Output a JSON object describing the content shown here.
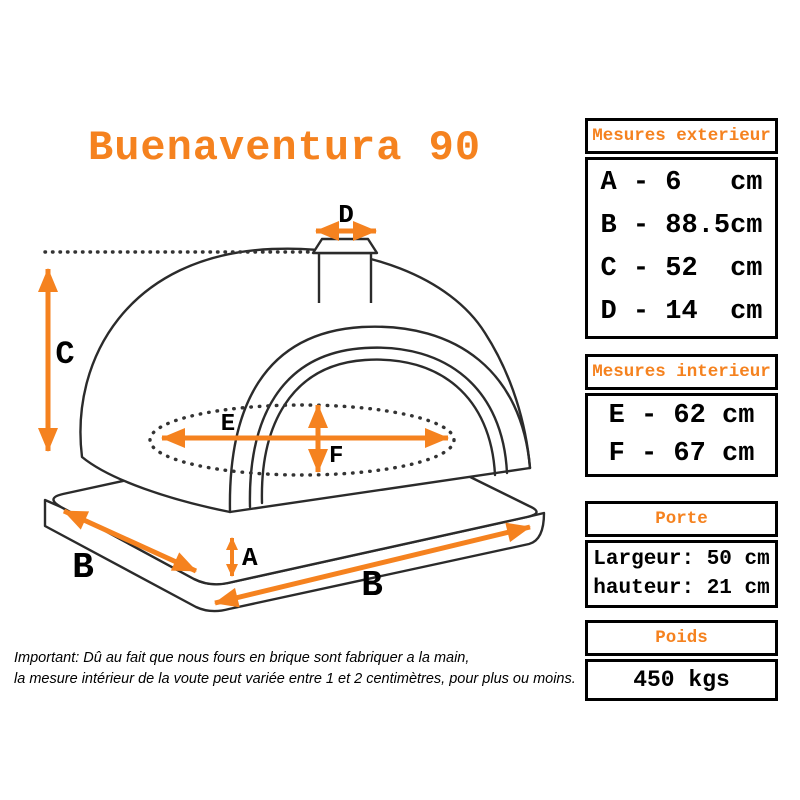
{
  "title": "Buenaventura 90",
  "colors": {
    "accent": "#F5821F"
  },
  "diagram": {
    "labels": {
      "A": "A",
      "B_left": "B",
      "B_bottom": "B",
      "C": "C",
      "D": "D",
      "E": "E",
      "F": "F"
    }
  },
  "panels": {
    "exterior": {
      "header": "Mesures exterieur",
      "rows": [
        "A - 6   cm",
        "B - 88.5cm",
        "C - 52  cm",
        "D - 14  cm"
      ]
    },
    "interior": {
      "header": "Mesures interieur",
      "rows": [
        "E - 62 cm",
        "F - 67 cm"
      ]
    },
    "door": {
      "header": "Porte",
      "rows": [
        "Largeur: 50 cm",
        "hauteur: 21 cm"
      ]
    },
    "weight": {
      "header": "Poids",
      "rows": [
        "450 kgs"
      ]
    }
  },
  "note": {
    "line1": "Important: Dû au fait que nous fours en brique sont fabriquer a la main,",
    "line2": "la mesure intérieur de la voute peut variée entre 1 et 2 centimètres, pour plus ou moins."
  }
}
